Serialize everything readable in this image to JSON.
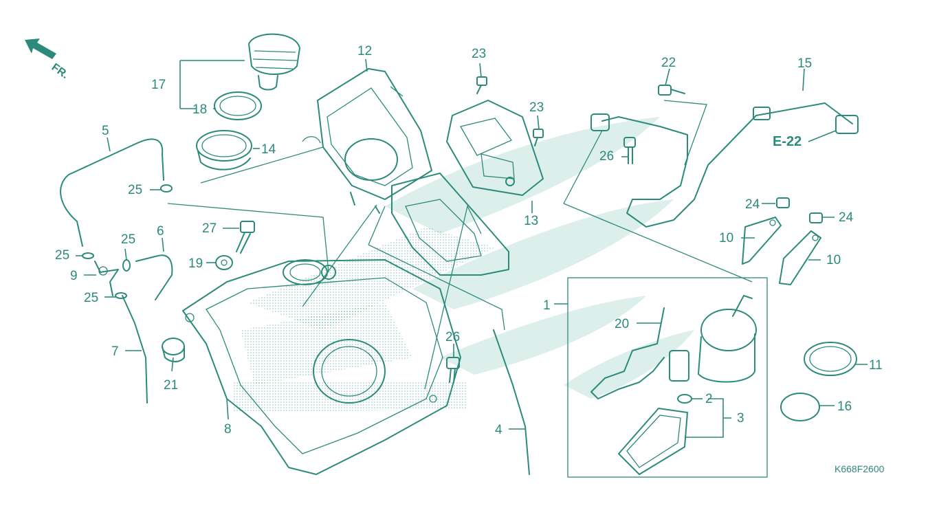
{
  "diagram": {
    "direction_label": "FR.",
    "reference_label": "E-22",
    "drawing_code": "K668F2600",
    "colors": {
      "line": "#2b8a7a",
      "watermark": "#dcefeb",
      "background": "#ffffff"
    },
    "callouts": [
      {
        "id": "c1",
        "label": "1"
      },
      {
        "id": "c2",
        "label": "2"
      },
      {
        "id": "c3",
        "label": "3"
      },
      {
        "id": "c4",
        "label": "4"
      },
      {
        "id": "c5",
        "label": "5"
      },
      {
        "id": "c6",
        "label": "6"
      },
      {
        "id": "c7",
        "label": "7"
      },
      {
        "id": "c8",
        "label": "8"
      },
      {
        "id": "c9",
        "label": "9"
      },
      {
        "id": "c10a",
        "label": "10"
      },
      {
        "id": "c10b",
        "label": "10"
      },
      {
        "id": "c11",
        "label": "11"
      },
      {
        "id": "c12",
        "label": "12"
      },
      {
        "id": "c13",
        "label": "13"
      },
      {
        "id": "c14",
        "label": "14"
      },
      {
        "id": "c15",
        "label": "15"
      },
      {
        "id": "c16",
        "label": "16"
      },
      {
        "id": "c17",
        "label": "17"
      },
      {
        "id": "c18",
        "label": "18"
      },
      {
        "id": "c19",
        "label": "19"
      },
      {
        "id": "c20",
        "label": "20"
      },
      {
        "id": "c21",
        "label": "21"
      },
      {
        "id": "c22",
        "label": "22"
      },
      {
        "id": "c23a",
        "label": "23"
      },
      {
        "id": "c23b",
        "label": "23"
      },
      {
        "id": "c24a",
        "label": "24"
      },
      {
        "id": "c24b",
        "label": "24"
      },
      {
        "id": "c25a",
        "label": "25"
      },
      {
        "id": "c25b",
        "label": "25"
      },
      {
        "id": "c25c",
        "label": "25"
      },
      {
        "id": "c25d",
        "label": "25"
      },
      {
        "id": "c26a",
        "label": "26"
      },
      {
        "id": "c26b",
        "label": "26"
      },
      {
        "id": "c27",
        "label": "27"
      }
    ]
  }
}
